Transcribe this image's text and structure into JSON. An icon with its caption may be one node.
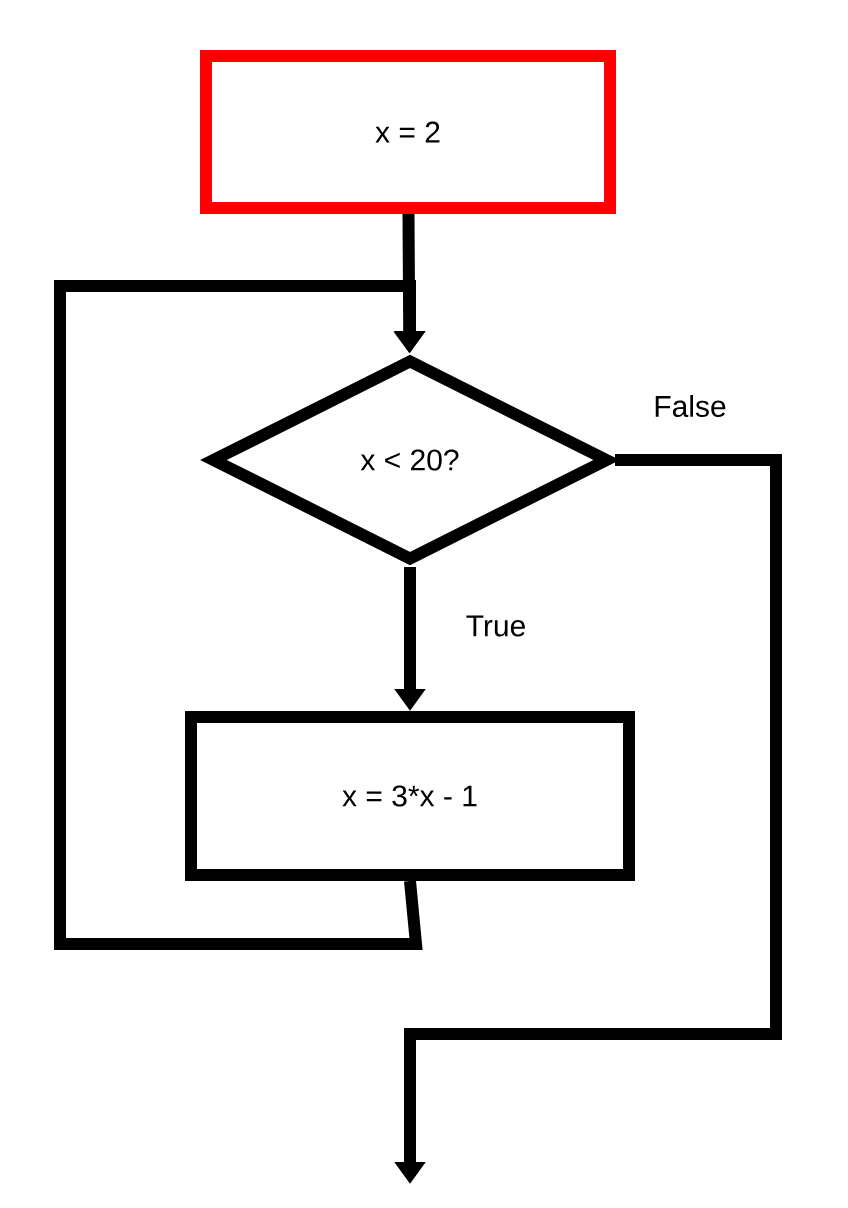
{
  "diagram": {
    "nodes": [
      {
        "text": [
          "x = 2"
        ]
      },
      {
        "text": [
          "x < 20?"
        ]
      },
      {
        "text": [
          "x = 3*x - 1"
        ]
      }
    ],
    "edges": [
      {
        "from": 0,
        "to": 1,
        "arrow": "to"
      },
      {
        "from": 1,
        "to": 2,
        "arrow": "to",
        "label": "True"
      },
      {
        "from": 2,
        "to": 1,
        "arrow": "to"
      },
      {
        "from": 1,
        "to": null,
        "arrow": "to",
        "label": "False"
      }
    ]
  }
}
